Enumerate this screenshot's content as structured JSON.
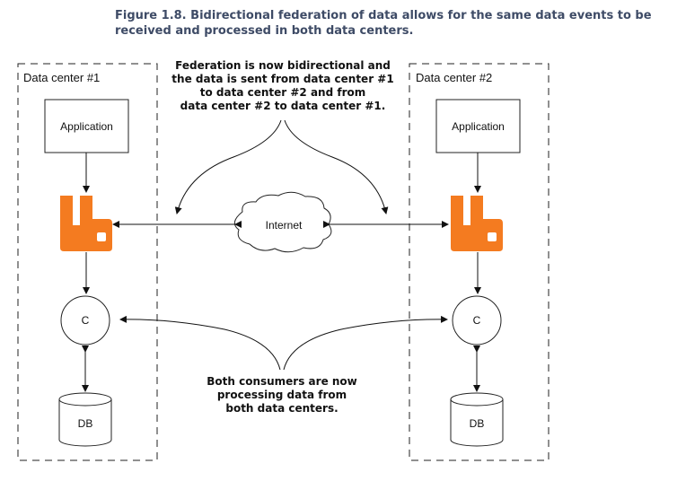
{
  "caption": {
    "figure_number": "Figure 1.8.",
    "text": "Bidirectional federation of data allows for the same data events to be received and processed in both data centers."
  },
  "data_centers": [
    {
      "label": "Data center #1",
      "application": "Application",
      "consumer": "C",
      "database": "DB"
    },
    {
      "label": "Data center #2",
      "application": "Application",
      "consumer": "C",
      "database": "DB"
    }
  ],
  "internet_label": "Internet",
  "annotations": {
    "top": [
      "Federation is now bidirectional and",
      "the data is sent from data center #1",
      "to data center #2 and from",
      "data center #2 to data center #1."
    ],
    "bottom": [
      "Both consumers are now",
      "processing data from",
      "both data centers."
    ]
  },
  "colors": {
    "broker": "#f47b20",
    "caption": "#3e4b66"
  },
  "icons": {
    "broker": "rabbitmq-broker-icon"
  }
}
